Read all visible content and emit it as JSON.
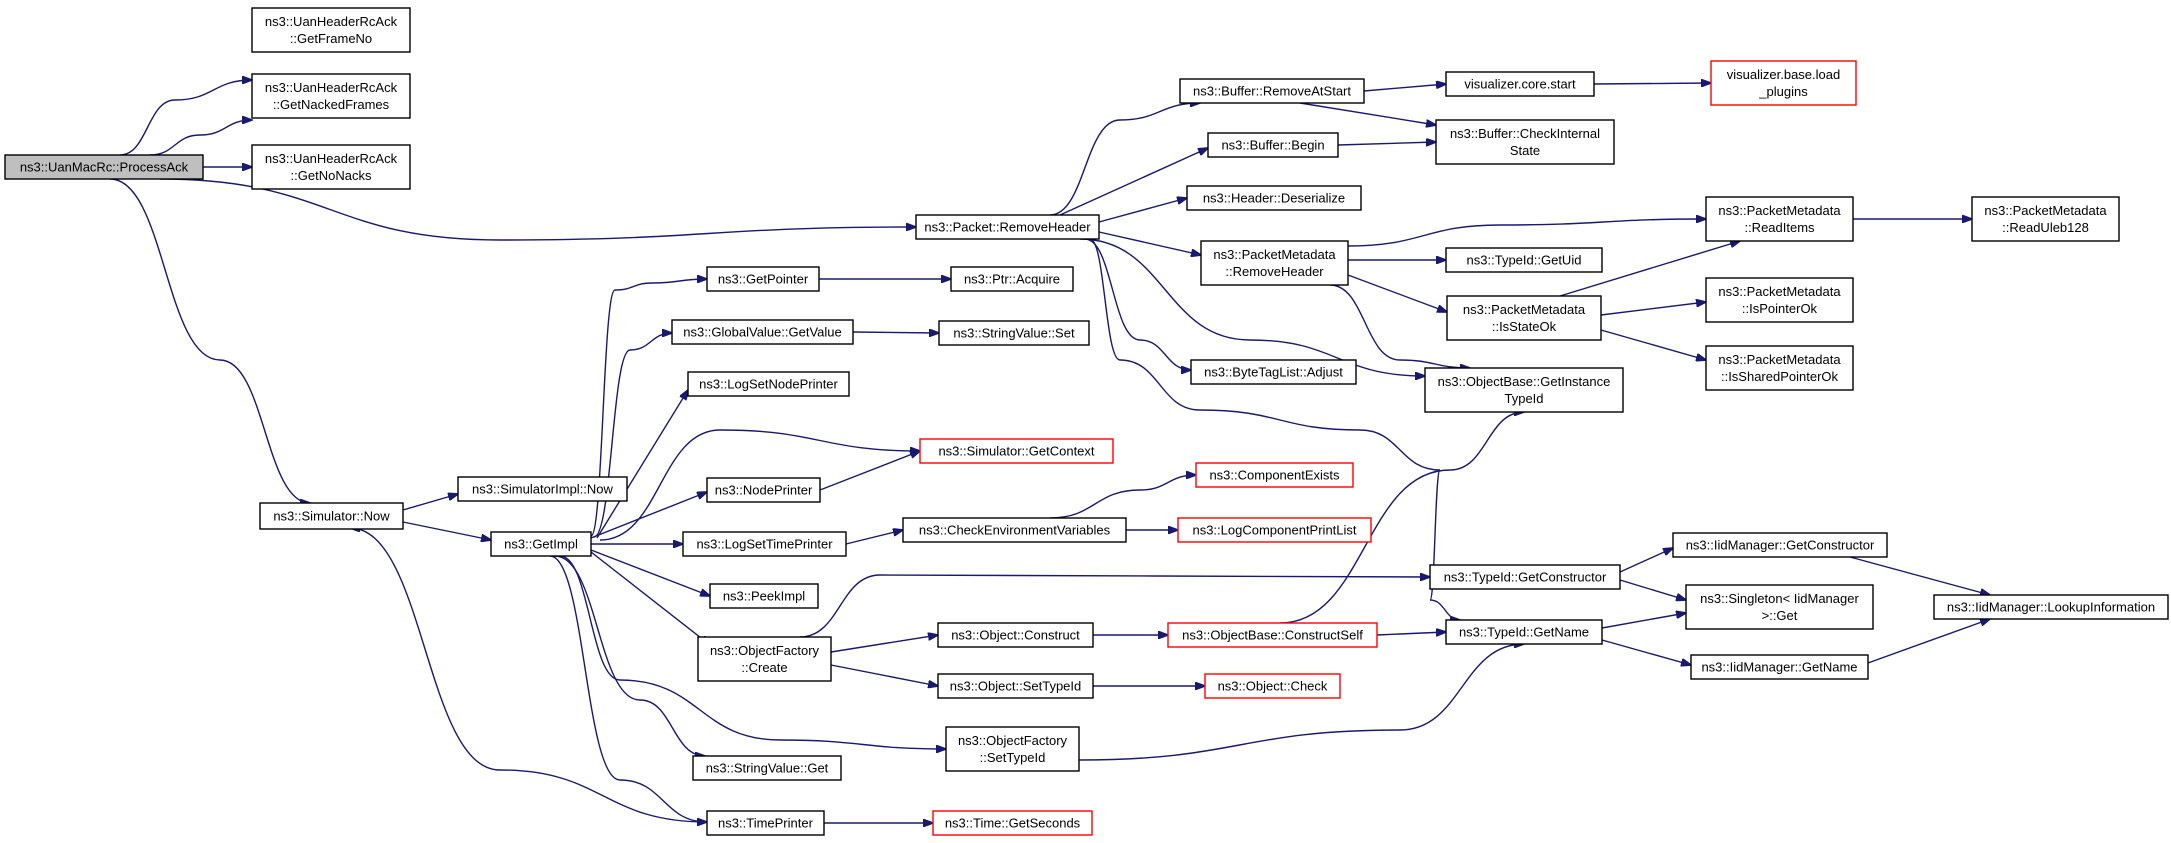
{
  "graph": {
    "nodes": [
      {
        "id": "processack",
        "lines": [
          "ns3::UanMacRc::ProcessAck"
        ],
        "root": true,
        "interactable": true
      },
      {
        "id": "getframeno",
        "lines": [
          "ns3::UanHeaderRcAck",
          "::GetFrameNo"
        ],
        "interactable": true
      },
      {
        "id": "getnackedframes",
        "lines": [
          "ns3::UanHeaderRcAck",
          "::GetNackedFrames"
        ],
        "interactable": true
      },
      {
        "id": "getnonacks",
        "lines": [
          "ns3::UanHeaderRcAck",
          "::GetNoNacks"
        ],
        "interactable": true
      },
      {
        "id": "removeheader",
        "lines": [
          "ns3::Packet::RemoveHeader"
        ],
        "interactable": true
      },
      {
        "id": "simnow",
        "lines": [
          "ns3::Simulator::Now"
        ],
        "interactable": true
      },
      {
        "id": "simimplnow",
        "lines": [
          "ns3::SimulatorImpl::Now"
        ],
        "interactable": true
      },
      {
        "id": "getimpl",
        "lines": [
          "ns3::GetImpl"
        ],
        "interactable": true
      },
      {
        "id": "getpointer",
        "lines": [
          "ns3::GetPointer"
        ],
        "interactable": true
      },
      {
        "id": "ptracquire",
        "lines": [
          "ns3::Ptr::Acquire"
        ],
        "interactable": true
      },
      {
        "id": "gvgetvalue",
        "lines": [
          "ns3::GlobalValue::GetValue"
        ],
        "interactable": true
      },
      {
        "id": "svset",
        "lines": [
          "ns3::StringValue::Set"
        ],
        "interactable": true
      },
      {
        "id": "logsetnode",
        "lines": [
          "ns3::LogSetNodePrinter"
        ],
        "interactable": true
      },
      {
        "id": "simgetcontext",
        "lines": [
          "ns3::Simulator::GetContext"
        ],
        "red": true,
        "interactable": true
      },
      {
        "id": "nodeprinter",
        "lines": [
          "ns3::NodePrinter"
        ],
        "interactable": true
      },
      {
        "id": "logsettime",
        "lines": [
          "ns3::LogSetTimePrinter"
        ],
        "interactable": true
      },
      {
        "id": "checkenv",
        "lines": [
          "ns3::CheckEnvironmentVariables"
        ],
        "interactable": true
      },
      {
        "id": "compexists",
        "lines": [
          "ns3::ComponentExists"
        ],
        "red": true,
        "interactable": true
      },
      {
        "id": "logcompprint",
        "lines": [
          "ns3::LogComponentPrintList"
        ],
        "red": true,
        "interactable": true
      },
      {
        "id": "peekimpl",
        "lines": [
          "ns3::PeekImpl"
        ],
        "interactable": true
      },
      {
        "id": "ofcreate",
        "lines": [
          "ns3::ObjectFactory",
          "::Create"
        ],
        "interactable": true
      },
      {
        "id": "objconstruct",
        "lines": [
          "ns3::Object::Construct"
        ],
        "interactable": true
      },
      {
        "id": "objsettypeid",
        "lines": [
          "ns3::Object::SetTypeId"
        ],
        "interactable": true
      },
      {
        "id": "obconstructself",
        "lines": [
          "ns3::ObjectBase::ConstructSelf"
        ],
        "red": true,
        "interactable": true
      },
      {
        "id": "objcheck",
        "lines": [
          "ns3::Object::Check"
        ],
        "red": true,
        "interactable": true
      },
      {
        "id": "ofsettypeid",
        "lines": [
          "ns3::ObjectFactory",
          "::SetTypeId"
        ],
        "interactable": true
      },
      {
        "id": "svget",
        "lines": [
          "ns3::StringValue::Get"
        ],
        "interactable": true
      },
      {
        "id": "timeprinter",
        "lines": [
          "ns3::TimePrinter"
        ],
        "interactable": true
      },
      {
        "id": "timegetseconds",
        "lines": [
          "ns3::Time::GetSeconds"
        ],
        "red": true,
        "interactable": true
      },
      {
        "id": "bufremove",
        "lines": [
          "ns3::Buffer::RemoveAtStart"
        ],
        "interactable": true
      },
      {
        "id": "visstart",
        "lines": [
          "visualizer.core.start"
        ],
        "interactable": true
      },
      {
        "id": "visload",
        "lines": [
          "visualizer.base.load",
          "_plugins"
        ],
        "red": true,
        "interactable": true
      },
      {
        "id": "bufbegin",
        "lines": [
          "ns3::Buffer::Begin"
        ],
        "interactable": true
      },
      {
        "id": "bufcheck",
        "lines": [
          "ns3::Buffer::CheckInternal",
          "State"
        ],
        "interactable": true
      },
      {
        "id": "hdrdeser",
        "lines": [
          "ns3::Header::Deserialize"
        ],
        "interactable": true
      },
      {
        "id": "pmremove",
        "lines": [
          "ns3::PacketMetadata",
          "::RemoveHeader"
        ],
        "interactable": true
      },
      {
        "id": "pmreaditems",
        "lines": [
          "ns3::PacketMetadata",
          "::ReadItems"
        ],
        "interactable": true
      },
      {
        "id": "pmreaduleb",
        "lines": [
          "ns3::PacketMetadata",
          "::ReadUleb128"
        ],
        "interactable": true
      },
      {
        "id": "typeidgetuid",
        "lines": [
          "ns3::TypeId::GetUid"
        ],
        "interactable": true
      },
      {
        "id": "pmisstateok",
        "lines": [
          "ns3::PacketMetadata",
          "::IsStateOk"
        ],
        "interactable": true
      },
      {
        "id": "pmispointerok",
        "lines": [
          "ns3::PacketMetadata",
          "::IsPointerOk"
        ],
        "interactable": true
      },
      {
        "id": "pmissharedok",
        "lines": [
          "ns3::PacketMetadata",
          "::IsSharedPointerOk"
        ],
        "interactable": true
      },
      {
        "id": "btladjust",
        "lines": [
          "ns3::ByteTagList::Adjust"
        ],
        "interactable": true
      },
      {
        "id": "obgetinst",
        "lines": [
          "ns3::ObjectBase::GetInstance",
          "TypeId"
        ],
        "interactable": true
      },
      {
        "id": "typeidgetctor",
        "lines": [
          "ns3::TypeId::GetConstructor"
        ],
        "interactable": true
      },
      {
        "id": "typeidgetname",
        "lines": [
          "ns3::TypeId::GetName"
        ],
        "interactable": true
      },
      {
        "id": "iidgetctor",
        "lines": [
          "ns3::IidManager::GetConstructor"
        ],
        "interactable": true
      },
      {
        "id": "singletonget",
        "lines": [
          "ns3::Singleton< IidManager",
          ">::Get"
        ],
        "interactable": true
      },
      {
        "id": "iidgetname",
        "lines": [
          "ns3::IidManager::GetName"
        ],
        "interactable": true
      },
      {
        "id": "iidlookup",
        "lines": [
          "ns3::IidManager::LookupInformation"
        ],
        "interactable": true
      }
    ]
  }
}
